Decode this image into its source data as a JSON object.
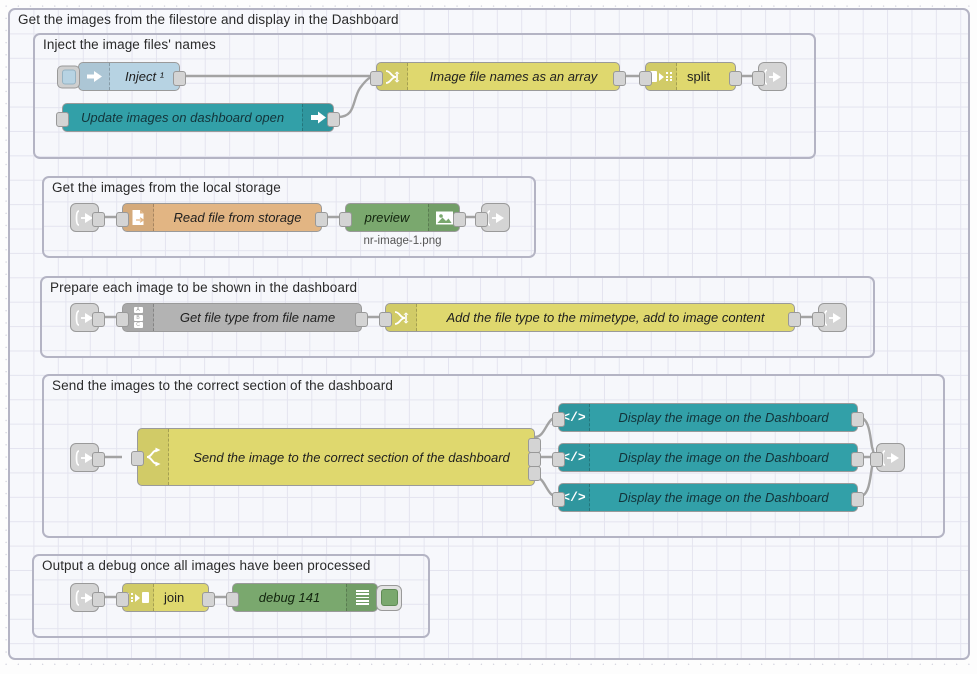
{
  "app": {
    "name": "node-red-flow-editor",
    "canvas_label": "flow-canvas"
  },
  "colors": {
    "inject": "#b7d3e3",
    "teal": "#32a0a8",
    "yellow": "#dfd86e",
    "gray": "#b3b3b3",
    "orange": "#e2b583",
    "green": "#7aa86e",
    "link": "#d4d4d4",
    "group_border": "#b4b4c4",
    "wire": "#a3a3a3"
  },
  "groups": {
    "outer": {
      "label": "Get the images from the filestore and display in the Dashboard"
    },
    "g1": {
      "label": "Inject the image files' names"
    },
    "g2": {
      "label": "Get the images from the local storage"
    },
    "g3": {
      "label": "Prepare each image to be shown in the dashboard"
    },
    "g4": {
      "label": "Send the images to the correct section of the dashboard"
    },
    "g5": {
      "label": "Output a debug once all images have been processed"
    }
  },
  "nodes": {
    "inject": {
      "label": "Inject ¹",
      "icon": "inject-arrow-icon"
    },
    "update_images": {
      "label": "Update images on dashboard open",
      "icon": "link-call-arrow-icon"
    },
    "image_file_names": {
      "label": "Image file names as an array",
      "icon": "function-icon"
    },
    "split": {
      "label": "split",
      "icon": "split-icon"
    },
    "link_out_1": {
      "label": "",
      "icon": "link-out-icon"
    },
    "link_in_2": {
      "label": "",
      "icon": "link-in-icon"
    },
    "read_file": {
      "label": "Read file from storage",
      "icon": "file-in-icon"
    },
    "preview": {
      "label": "preview",
      "icon": "image-preview-icon",
      "caption": "nr-image-1.png"
    },
    "link_out_2": {
      "label": "",
      "icon": "link-out-icon"
    },
    "link_in_3": {
      "label": "",
      "icon": "link-in-icon"
    },
    "get_file_type": {
      "label": "Get file type from file name",
      "icon": "change-abc-icon"
    },
    "add_mimetype": {
      "label": "Add the file type to the mimetype, add to image content",
      "icon": "function-icon"
    },
    "link_out_3": {
      "label": "",
      "icon": "link-out-icon"
    },
    "link_in_4": {
      "label": "",
      "icon": "link-in-icon"
    },
    "send_image_switch": {
      "label": "Send the image to the correct section of the dashboard",
      "icon": "switch-icon"
    },
    "display_1": {
      "label": "Display the image on the Dashboard",
      "icon": "template-code-icon"
    },
    "display_2": {
      "label": "Display the image on the Dashboard",
      "icon": "template-code-icon"
    },
    "display_3": {
      "label": "Display the image on the Dashboard",
      "icon": "template-code-icon"
    },
    "link_out_4": {
      "label": "",
      "icon": "link-out-icon"
    },
    "link_in_5": {
      "label": "",
      "icon": "link-in-icon"
    },
    "join": {
      "label": "join",
      "icon": "join-icon"
    },
    "debug": {
      "label": "debug 141",
      "icon": "debug-lines-icon",
      "toggle": "debug-active-toggle"
    }
  }
}
